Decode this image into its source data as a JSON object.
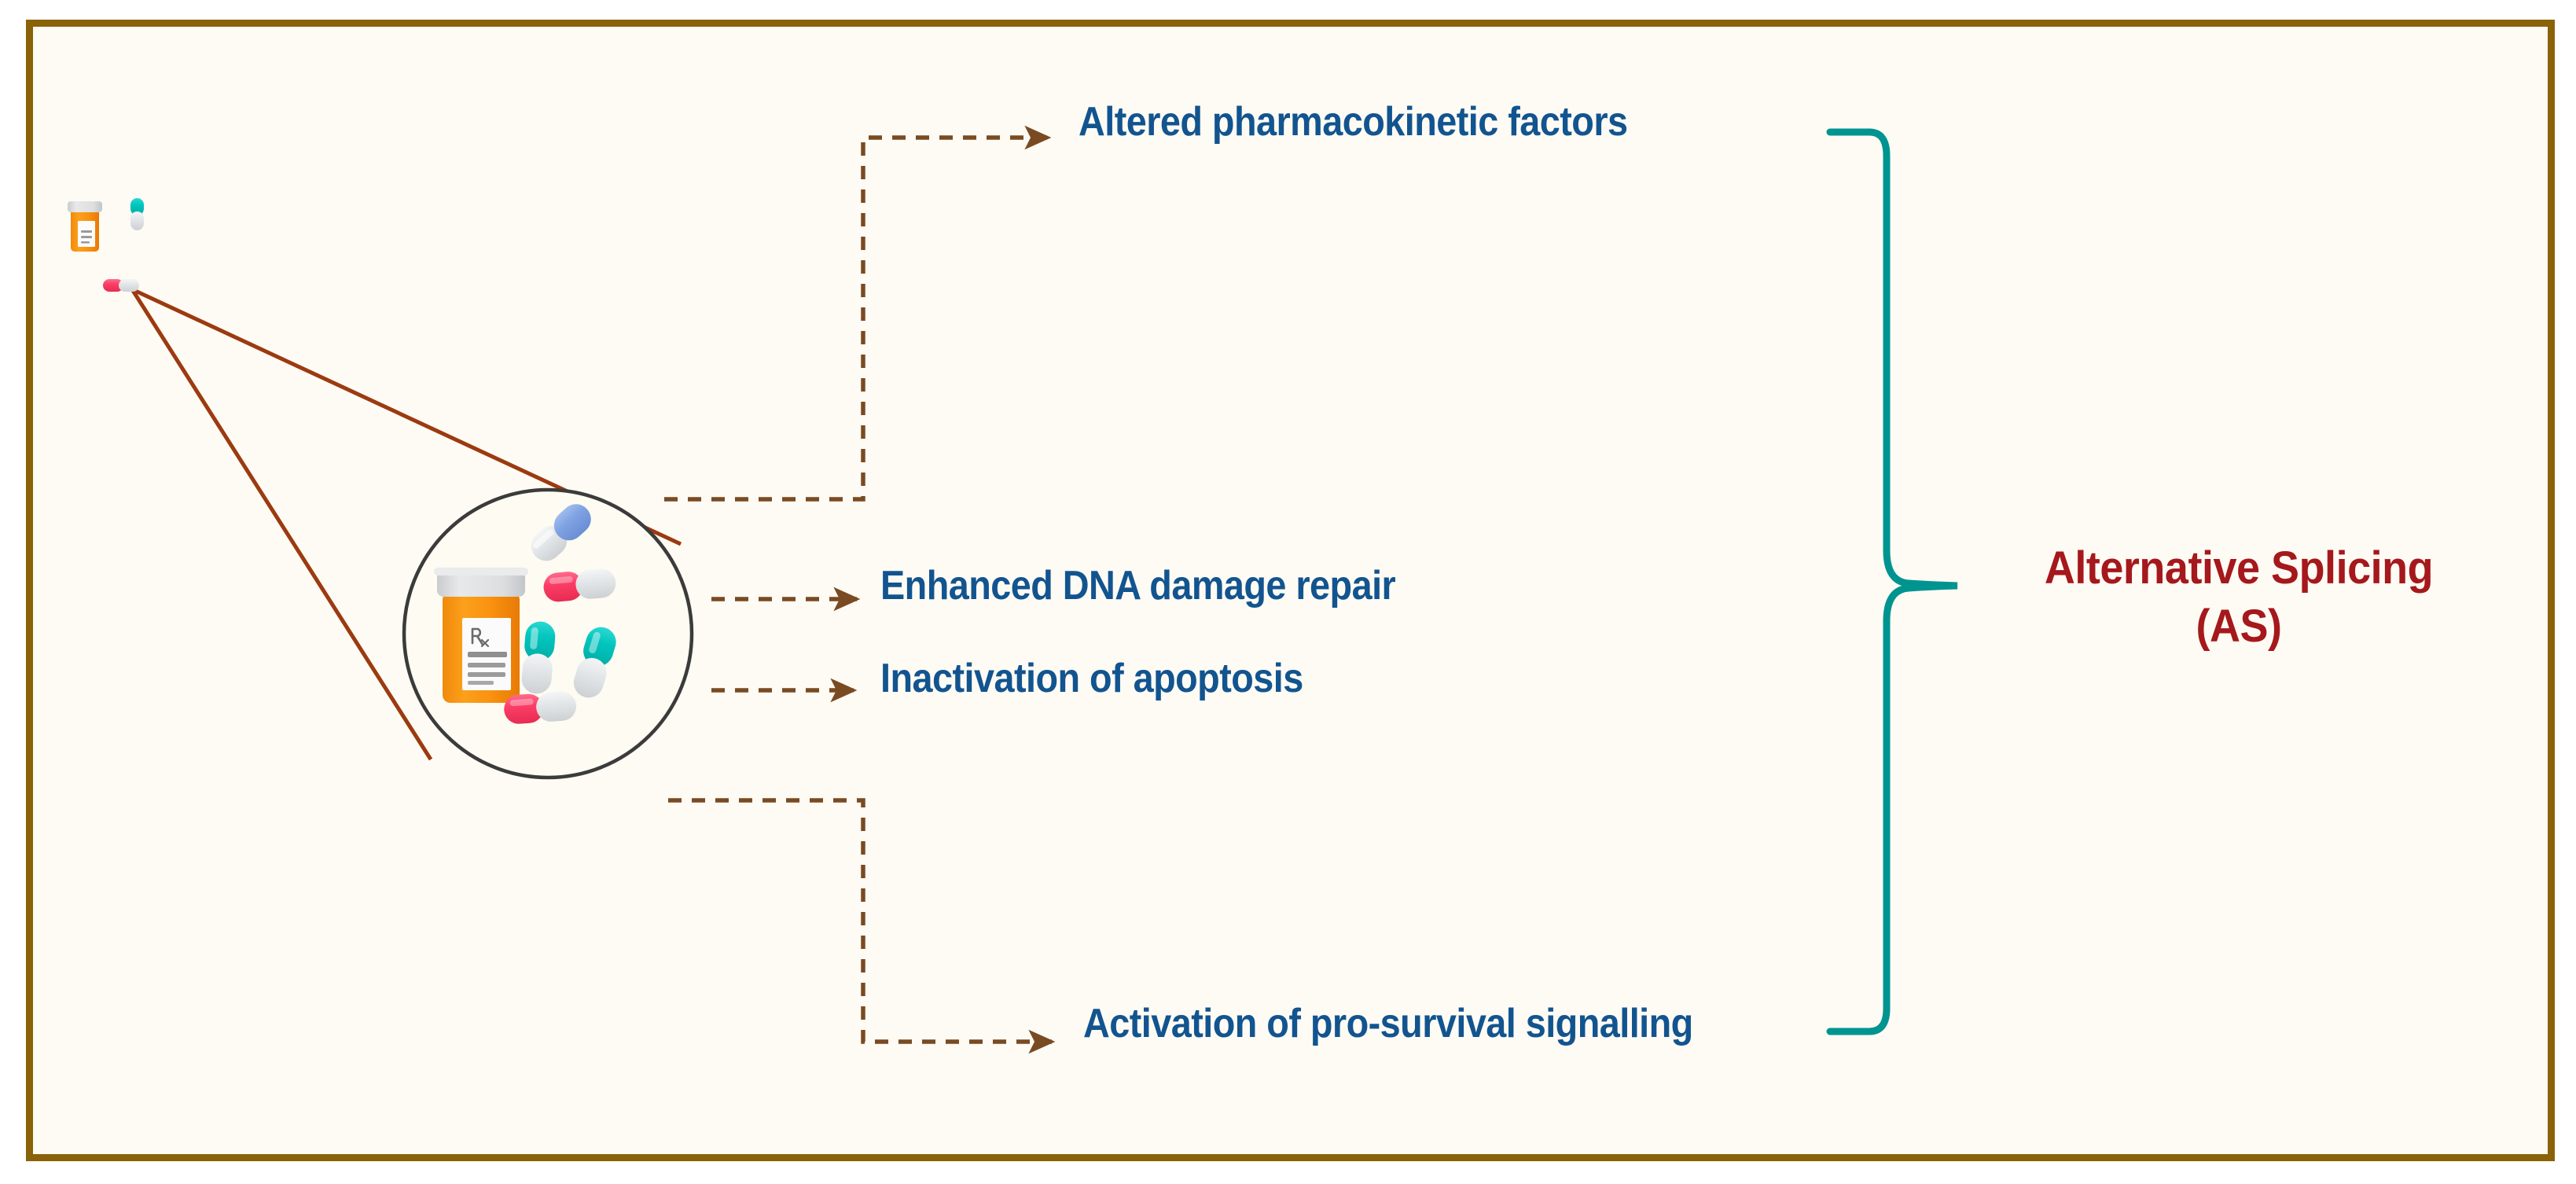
{
  "figure": {
    "title_right": "Alternative Splicing",
    "title_right_line2": "(AS)",
    "mechanisms": [
      "Altered pharmacokinetic factors",
      "Enhanced DNA damage repair",
      "Inactivation of apoptosis",
      "Activation of pro-survival signalling"
    ]
  },
  "illustration": {
    "small_cluster_name": "pill-bottle-and-capsules-small",
    "magnified_cluster_name": "pill-bottle-and-capsules-magnified",
    "bottle_label_symbol": "Rx"
  },
  "colors": {
    "frame_border": "#8a6207",
    "canvas_background": "#fdfbf4",
    "label_blue": "#12548f",
    "title_red": "#a5181c",
    "brace_teal": "#009490",
    "connector_brown": "#7a4a22",
    "magnifier_brown": "#9c3a10",
    "circle_outline": "#3b3b3b",
    "bottle_orange": "#f98f12",
    "bottle_cap_gray": "#d4d6d7",
    "capsule_pink": "#fb3e66",
    "capsule_teal": "#01c5bd",
    "capsule_blue": "#7fa2e2",
    "capsule_white": "#dee1e3"
  }
}
